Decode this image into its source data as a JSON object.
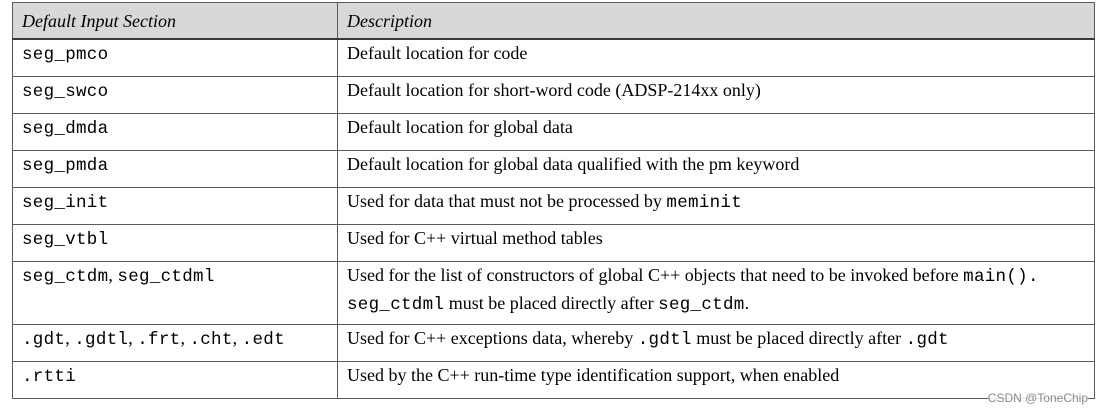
{
  "headers": {
    "section": "Default Input Section",
    "description": "Description"
  },
  "rows": [
    {
      "name_parts": [
        {
          "t": "seg_pmco",
          "m": true
        }
      ],
      "desc_parts": [
        {
          "t": "Default location for code",
          "m": false
        }
      ]
    },
    {
      "name_parts": [
        {
          "t": "seg_swco",
          "m": true
        }
      ],
      "desc_parts": [
        {
          "t": "Default location for short-word code (ADSP-214xx only)",
          "m": false
        }
      ]
    },
    {
      "name_parts": [
        {
          "t": "seg_dmda",
          "m": true
        }
      ],
      "desc_parts": [
        {
          "t": "Default location for global data",
          "m": false
        }
      ]
    },
    {
      "name_parts": [
        {
          "t": "seg_pmda",
          "m": true
        }
      ],
      "desc_parts": [
        {
          "t": "Default location for global data qualified with the pm keyword",
          "m": false
        }
      ]
    },
    {
      "name_parts": [
        {
          "t": "seg_init",
          "m": true
        }
      ],
      "desc_parts": [
        {
          "t": "Used for data that must not be processed by ",
          "m": false
        },
        {
          "t": "meminit",
          "m": true
        }
      ]
    },
    {
      "name_parts": [
        {
          "t": "seg_vtbl",
          "m": true
        }
      ],
      "desc_parts": [
        {
          "t": "Used for C++ virtual method tables",
          "m": false
        }
      ]
    },
    {
      "name_parts": [
        {
          "t": "seg_ctdm",
          "m": true
        },
        {
          "t": ", ",
          "m": false
        },
        {
          "t": "seg_ctdml",
          "m": true
        }
      ],
      "desc_parts": [
        {
          "t": "Used for the list of constructors of global C++ objects that need to be invoked before ",
          "m": false
        },
        {
          "t": "main().",
          "m": true
        },
        {
          "br": true
        },
        {
          "t": "seg_ctdml",
          "m": true
        },
        {
          "t": " must be placed directly after ",
          "m": false
        },
        {
          "t": "seg_ctdm",
          "m": true
        },
        {
          "t": ".",
          "m": false
        }
      ]
    },
    {
      "name_parts": [
        {
          "t": ".gdt",
          "m": true
        },
        {
          "t": ", ",
          "m": false
        },
        {
          "t": ".gdtl",
          "m": true
        },
        {
          "t": ", ",
          "m": false
        },
        {
          "t": ".frt",
          "m": true
        },
        {
          "t": ", ",
          "m": false
        },
        {
          "t": ".cht",
          "m": true
        },
        {
          "t": ", ",
          "m": false
        },
        {
          "t": ".edt",
          "m": true
        }
      ],
      "desc_parts": [
        {
          "t": "Used for C++ exceptions data, whereby ",
          "m": false
        },
        {
          "t": ".gdtl",
          "m": true
        },
        {
          "t": " must be placed directly after ",
          "m": false
        },
        {
          "t": ".gdt",
          "m": true
        }
      ]
    },
    {
      "name_parts": [
        {
          "t": ".rtti",
          "m": true
        }
      ],
      "desc_parts": [
        {
          "t": "Used by the C++ run-time type identification support, when enabled",
          "m": false
        }
      ]
    }
  ],
  "watermark": "CSDN @ToneChip"
}
